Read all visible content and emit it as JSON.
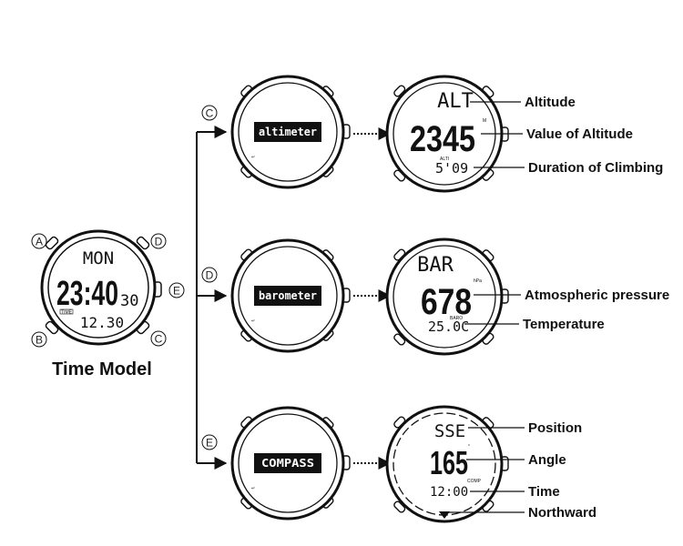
{
  "time_model": {
    "caption": "Time Model",
    "buttons": {
      "a": "A",
      "b": "B",
      "c": "C",
      "d": "D",
      "e": "E"
    },
    "display": {
      "day": "MON",
      "time": "23:40",
      "seconds": "30",
      "small_label": "TIME",
      "date": "12.30"
    }
  },
  "modes": [
    {
      "button": "C",
      "mode_label": "altimeter",
      "display": {
        "top": "ALT",
        "value": "2345",
        "unit": "M",
        "small_label": "ALTI",
        "bottom": "5'09"
      },
      "callouts": [
        "Altitude",
        "Value of Altitude",
        "Duration of Climbing"
      ]
    },
    {
      "button": "D",
      "mode_label": "barometer",
      "display": {
        "top": "BAR",
        "value": "678",
        "unit": "hPa",
        "small_label": "BARO",
        "bottom": "25.0C"
      },
      "callouts": [
        "Atmospheric pressure",
        "Temperature"
      ]
    },
    {
      "button": "E",
      "mode_label": "COMPASS",
      "display": {
        "top": "SSE",
        "value": "165",
        "unit": "°",
        "small_label": "COMP",
        "bottom": "12:00"
      },
      "callouts": [
        "Position",
        "Angle",
        "Time",
        "Northward"
      ]
    }
  ]
}
